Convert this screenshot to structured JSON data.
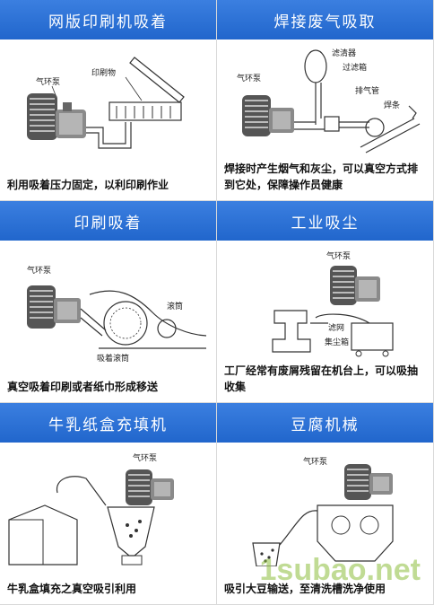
{
  "panels": [
    {
      "title": "网版印刷机吸着",
      "caption": "利用吸着压力固定，以利印刷作业",
      "labels": {
        "pump": "气环泵",
        "object": "印刷物"
      }
    },
    {
      "title": "焊接废气吸取",
      "caption": "焊接时产生烟气和灰尘，可以真空方式排到它处，保障操作员健康",
      "labels": {
        "pump": "气环泵",
        "filter": "滤清器",
        "filter_box": "过滤箱",
        "exhaust_pipe": "排气管",
        "welding_rod": "焊条"
      }
    },
    {
      "title": "印刷吸着",
      "caption": "真空吸着印刷或者纸巾形成移送",
      "labels": {
        "pump": "气环泵",
        "roller": "滚筒",
        "suction_roller": "吸着滚筒"
      }
    },
    {
      "title": "工业吸尘",
      "caption": "工厂经常有废屑残留在机台上，可以吸抽收集",
      "labels": {
        "pump": "气环泵",
        "filter_net": "滤网",
        "dust_box": "集尘箱"
      }
    },
    {
      "title": "牛乳纸盒充填机",
      "caption": "牛乳盒填充之真空吸引利用",
      "labels": {
        "pump": "气环泵"
      }
    },
    {
      "title": "豆腐机械",
      "caption": "吸引大豆输送，至清洗槽洗净使用",
      "labels": {
        "pump": "气环泵"
      }
    }
  ],
  "watermark": "1subao.net",
  "colors": {
    "header": "#2a6fd6",
    "header_text": "#ffffff",
    "watermark": "#8cbe3c"
  }
}
